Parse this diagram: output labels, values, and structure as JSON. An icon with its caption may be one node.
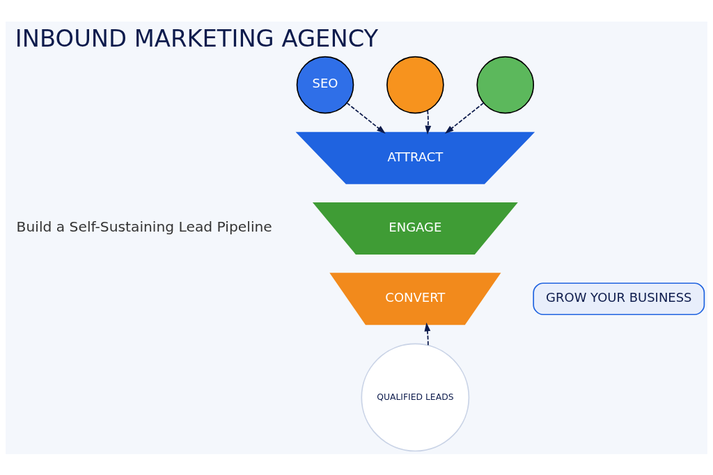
{
  "diagram": {
    "title": "INBOUND MARKETING AGENCY",
    "nodes": [
      {
        "text": [
          "SEO"
        ]
      },
      {
        "text": [],
        "shape": "circle"
      },
      {
        "text": [],
        "shape": "circle"
      },
      {
        "text": [
          "ATTRACT"
        ]
      },
      {
        "text": [
          "ENGAGE"
        ]
      },
      {
        "text": [
          "CONVERT"
        ]
      },
      {
        "text": [
          "QUALIFIED LEADS"
        ]
      },
      {
        "text": [
          "GROW YOUR BUSINESS"
        ]
      }
    ],
    "edges": [
      {
        "from": 0,
        "to": 3,
        "arrow": "to",
        "style": "dashed"
      },
      {
        "from": 1,
        "to": 3,
        "arrow": "to",
        "style": "dashed"
      },
      {
        "from": 2,
        "to": 3,
        "arrow": "to",
        "style": "dashed"
      },
      {
        "from": 6,
        "to": 5,
        "arrow": "to",
        "style": "dashed"
      }
    ],
    "labels": [
      "Build a Self-Sustaining Lead Pipeline"
    ]
  }
}
